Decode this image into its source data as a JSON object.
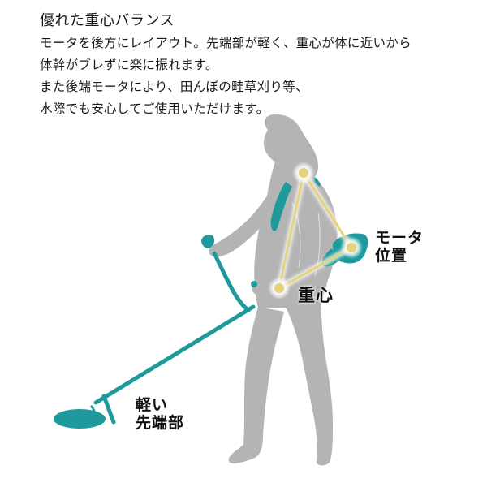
{
  "header": {
    "title": "優れた重心バランス"
  },
  "description": {
    "lines": [
      "モータを後方にレイアウト。先端部が軽く、重心が体に近いから",
      "体幹がブレずに楽に振れます。",
      "また後端モータにより、田んぼの畦草刈り等、",
      "水際でも安心してご使用いただけます。"
    ]
  },
  "diagram": {
    "labels": {
      "center_of_gravity": "重心",
      "motor_position_line1": "モータ",
      "motor_position_line2": "位置",
      "light_tip_line1": "軽い",
      "light_tip_line2": "先端部"
    },
    "colors": {
      "silhouette": "#b4b4b4",
      "tool": "#1e9a9c",
      "triangle": "#e6d27a",
      "background": "#ffffff"
    }
  }
}
